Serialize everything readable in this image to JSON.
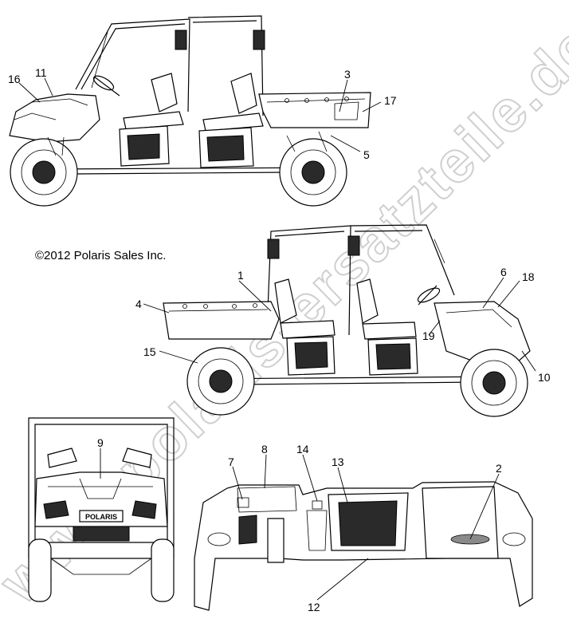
{
  "copyright": "©2012 Polaris Sales Inc.",
  "watermark": "www.polaris-ersatzteile.de",
  "grille_badge": "POLARIS",
  "callouts": {
    "c1": "1",
    "c2": "2",
    "c3": "3",
    "c4": "4",
    "c5": "5",
    "c6": "6",
    "c7": "7",
    "c8": "8",
    "c9": "9",
    "c10": "10",
    "c11": "11",
    "c12": "12",
    "c13": "13",
    "c14": "14",
    "c15": "15",
    "c16": "16",
    "c17": "17",
    "c18": "18",
    "c19": "19"
  }
}
